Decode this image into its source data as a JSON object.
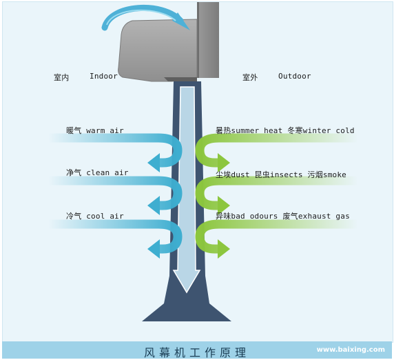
{
  "labels": {
    "indoor_cn": "室内",
    "indoor_en": "Indoor",
    "outdoor_cn": "室外",
    "outdoor_en": "Outdoor"
  },
  "indoor_air": [
    "暖气 warm air",
    "净气 clean air",
    "冷气 cool air"
  ],
  "outdoor_air": [
    "暑热summer heat  冬寒winter cold",
    "尘埃dust  昆虫insects  污烟smoke",
    "异味bad odours  废气exhaust gas"
  ],
  "caption": "风幕机工作原理",
  "watermark": "www.baixing.com",
  "colors": {
    "background": "#eaf5fa",
    "indoor_arrow": "#3eaed0",
    "outdoor_arrow": "#8cc63e",
    "air_stream": "#3e5470",
    "caption_bar": "#9ed2e8",
    "machine": "#9b9b9b",
    "wall": "#8a8a8a"
  }
}
